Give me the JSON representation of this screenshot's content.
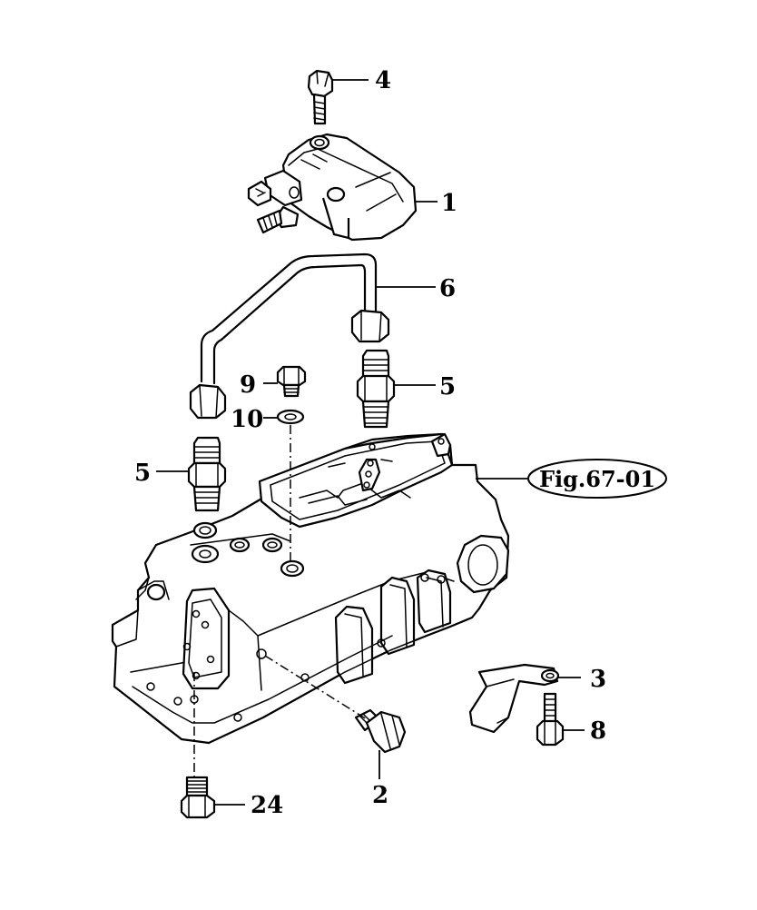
{
  "callouts": {
    "c1": "1",
    "c2": "2",
    "c3": "3",
    "c4": "4",
    "c5a": "5",
    "c5b": "5",
    "c6": "6",
    "c8": "8",
    "c9": "9",
    "c10": "10",
    "c24": "24"
  },
  "figure_reference": "Fig.67-01"
}
